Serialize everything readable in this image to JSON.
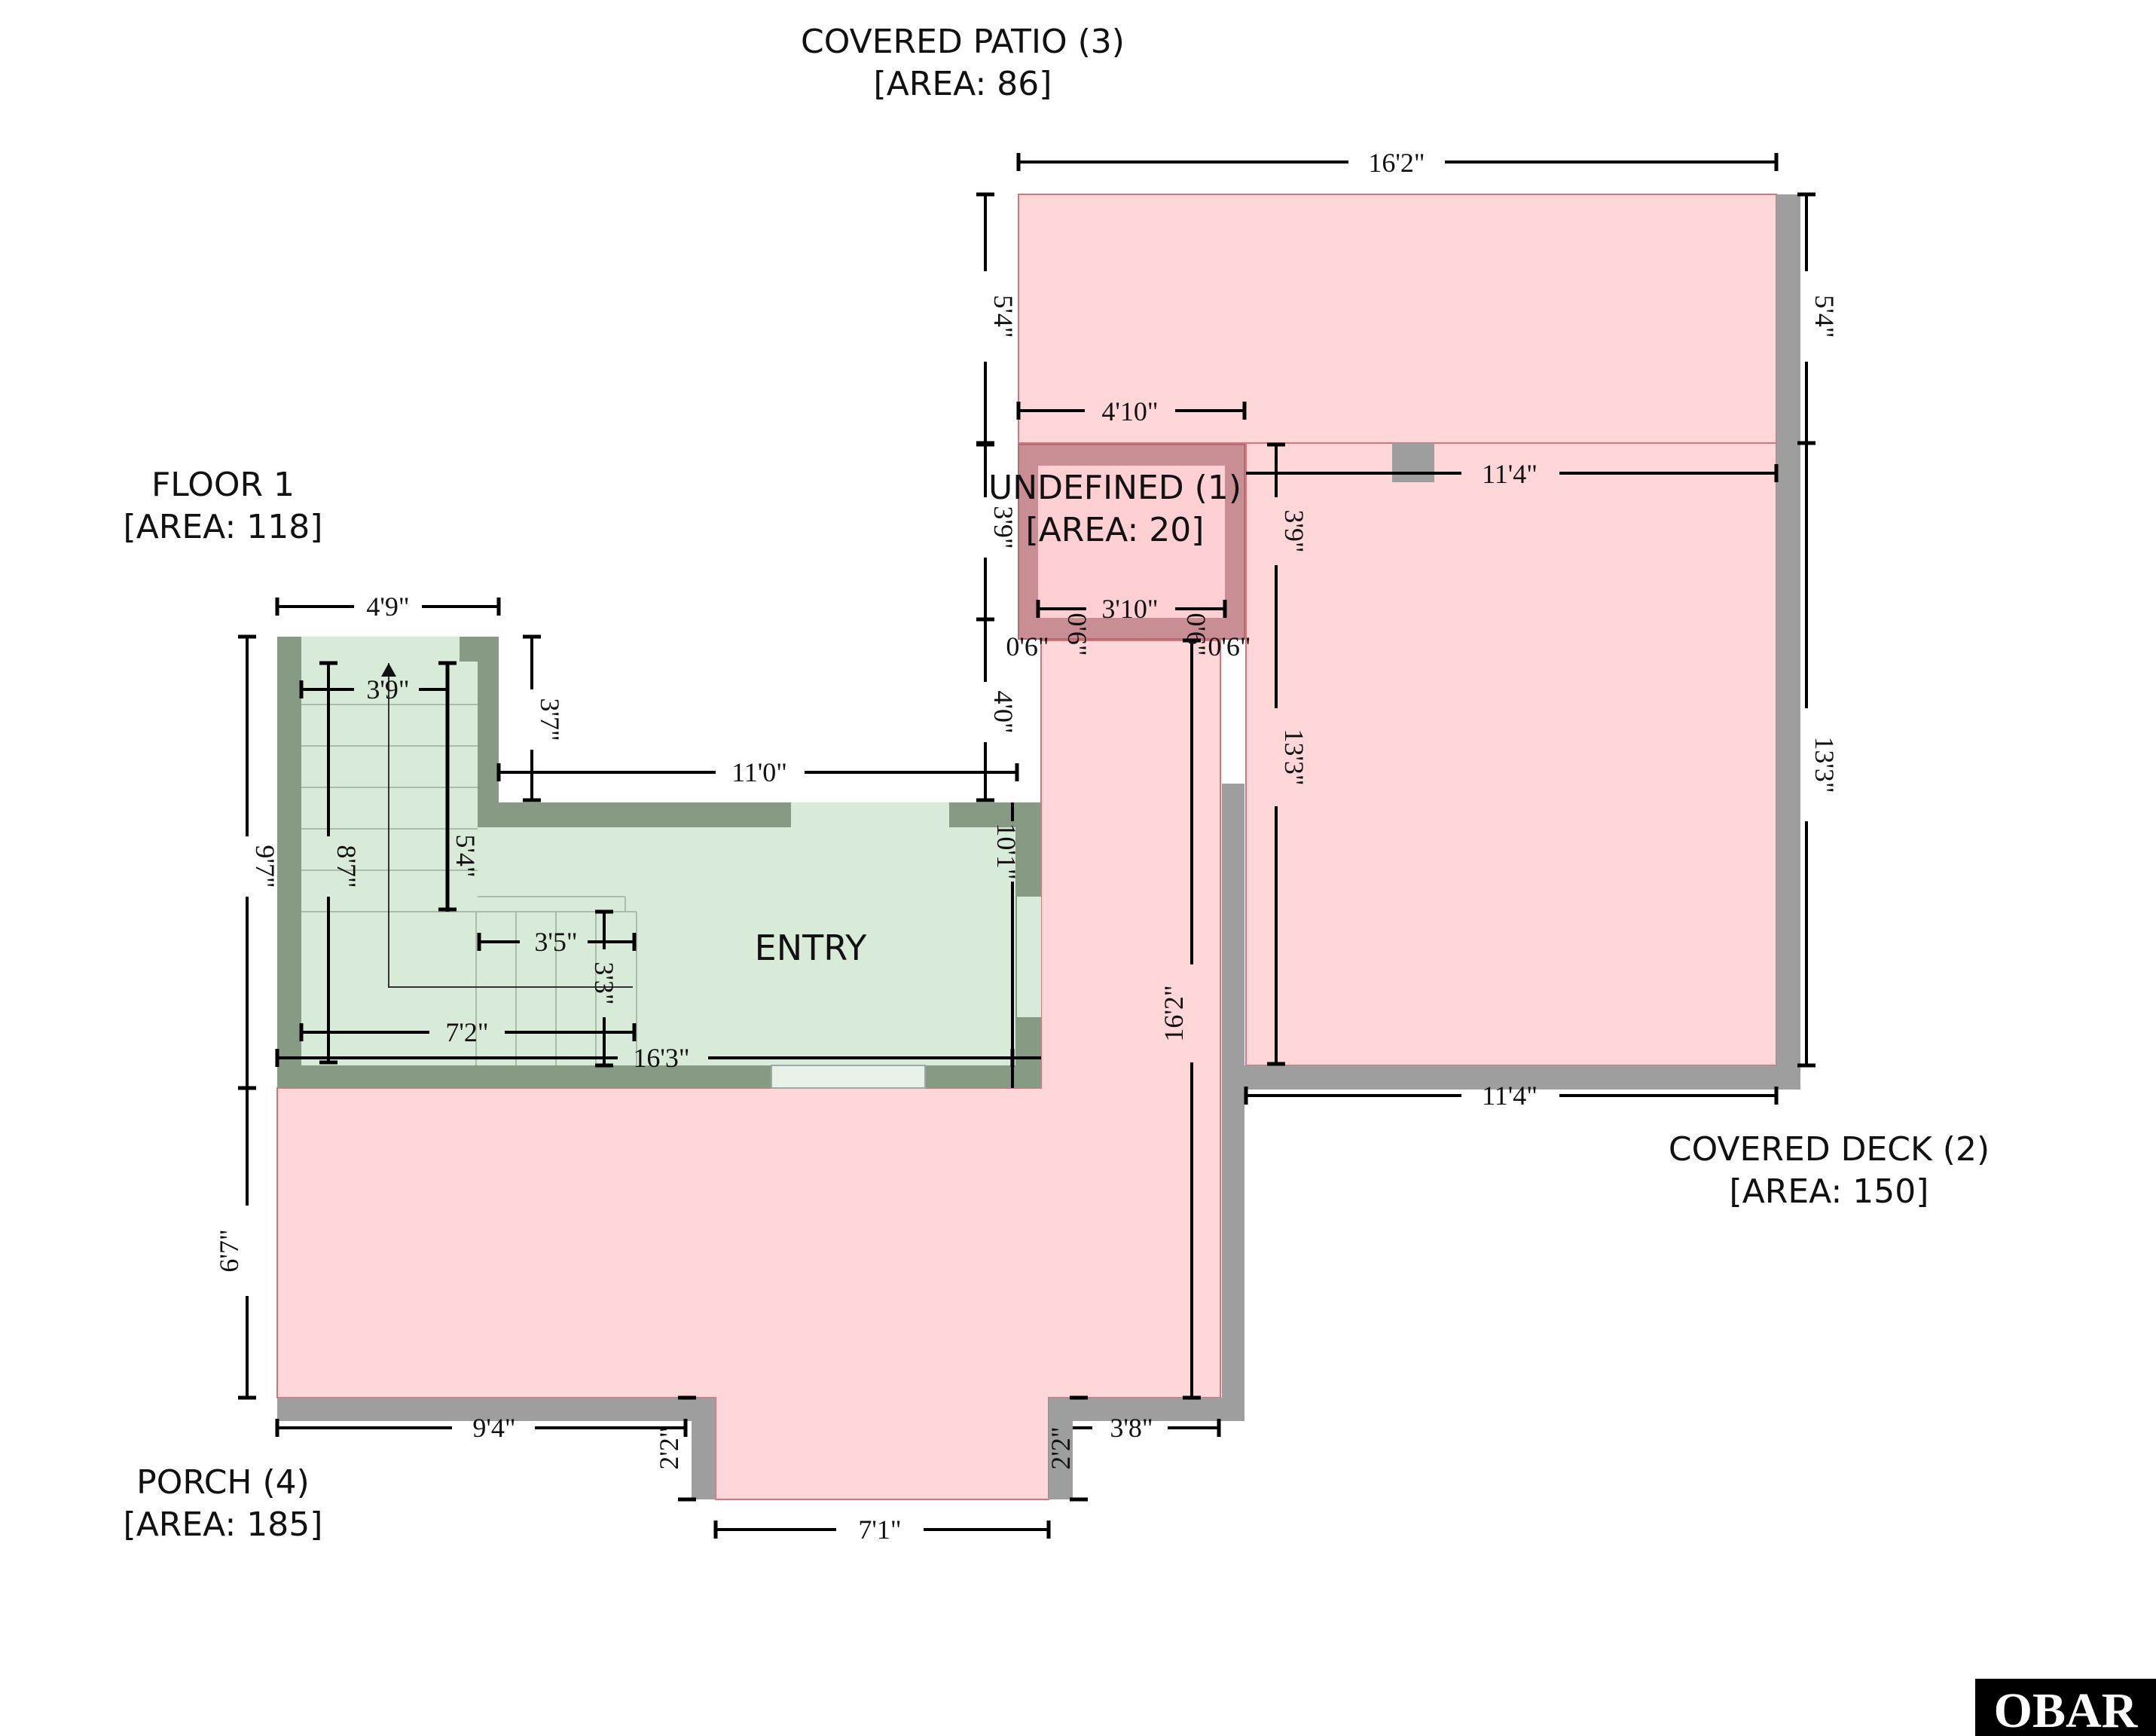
{
  "labels": {
    "covered_patio": {
      "name": "COVERED PATIO (3)",
      "area": "[AREA: 86]"
    },
    "floor1": {
      "name": "FLOOR 1",
      "area": "[AREA: 118]"
    },
    "undefined": {
      "name": "UNDEFINED (1)",
      "area": "[AREA: 20]"
    },
    "covered_deck": {
      "name": "COVERED DECK (2)",
      "area": "[AREA: 150]"
    },
    "porch": {
      "name": "PORCH (4)",
      "area": "[AREA: 185]"
    },
    "entry": "ENTRY"
  },
  "dimensions": {
    "patio_top": "16'2\"",
    "patio_left": "5'4\"",
    "patio_right": "5'4\"",
    "undef_width": "4'10\"",
    "deck_top": "11'4\"",
    "undef_height": "3'9\"",
    "undef_right_h": "3'9\"",
    "undef_inner": "3'10\"",
    "small_06_a": "0'6\"",
    "small_06_b": "0'6\"",
    "small_06_c": "0'6\"",
    "small_06_d": "0'6\"",
    "stair_top": "4'9\"",
    "stair_inner": "3'9\"",
    "stair_notch": "3'7\"",
    "entry_top": "11'0\"",
    "entry_4_0": "4'0\"",
    "stair_54": "5'4\"",
    "stair_87": "8'7\"",
    "floor_left": "9'7\"",
    "entry_right": "10'1\"",
    "landing_w": "3'5\"",
    "landing_h": "3'3\"",
    "stair_bottom": "7'2\"",
    "floor_bottom": "16'3\"",
    "deck_right": "13'3\"",
    "deck_left": "13'3\"",
    "porch_right": "16'2\"",
    "deck_bottom": "11'4\"",
    "porch_left": "6'7\"",
    "porch_bottom_left": "9'4\"",
    "step_left": "2'2\"",
    "step_right": "2'2\"",
    "porch_bottom_right": "3'8\"",
    "step_bottom": "7'1\""
  },
  "logo": "OBAR",
  "colors": {
    "porch_fill": "#ffd7d9",
    "porch_stroke": "#d9727a",
    "floor_fill": "#d8ebd8",
    "wall_green": "#869a84",
    "wall_gray": "#9e9e9e"
  }
}
